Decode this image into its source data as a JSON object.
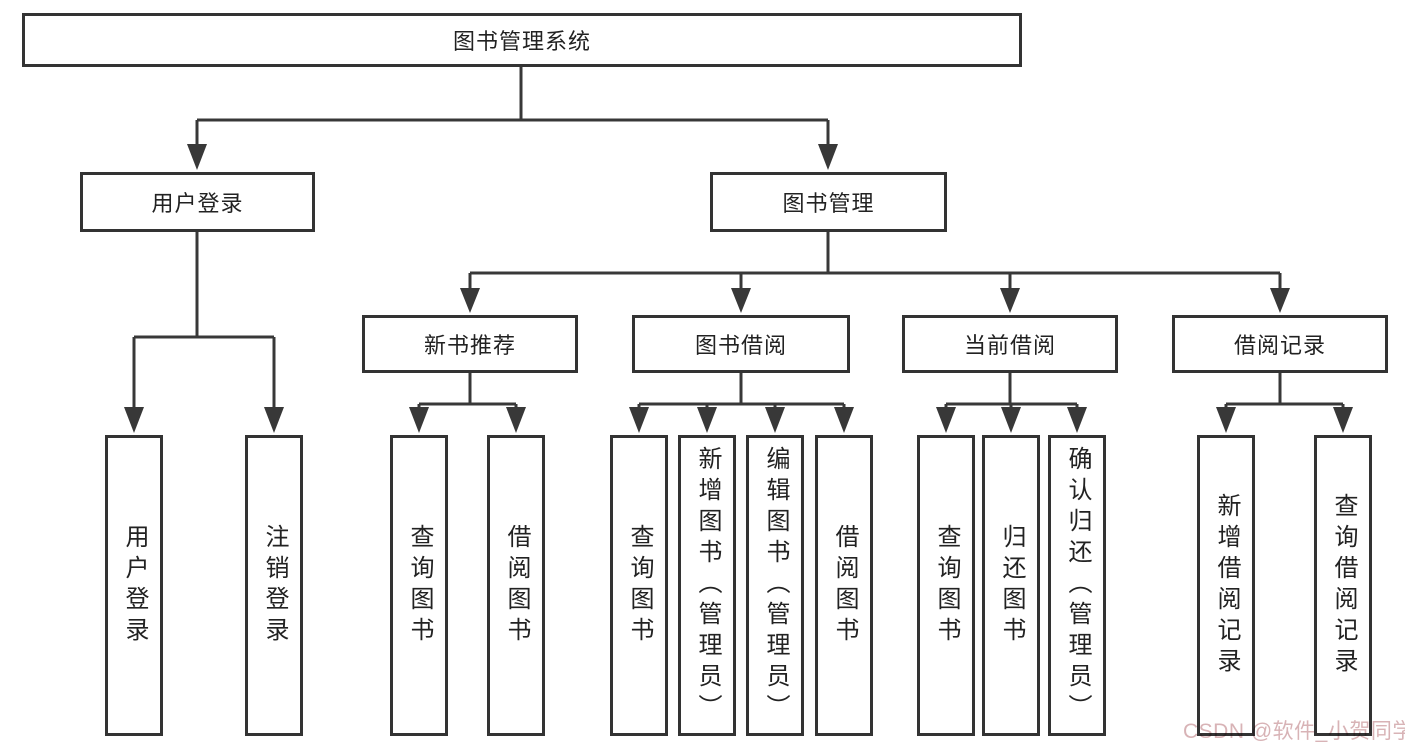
{
  "diagram": {
    "type": "hierarchy-tree",
    "root": {
      "label": "图书管理系统"
    },
    "level1": [
      {
        "label": "用户登录"
      },
      {
        "label": "图书管理"
      }
    ],
    "level2": [
      {
        "label": "新书推荐",
        "parent": "图书管理"
      },
      {
        "label": "图书借阅",
        "parent": "图书管理"
      },
      {
        "label": "当前借阅",
        "parent": "图书管理"
      },
      {
        "label": "借阅记录",
        "parent": "图书管理"
      }
    ],
    "leaves": [
      {
        "label": "用户登录",
        "parent": "用户登录"
      },
      {
        "label": "注销登录",
        "parent": "用户登录"
      },
      {
        "label": "查询图书",
        "parent": "新书推荐"
      },
      {
        "label": "借阅图书",
        "parent": "新书推荐"
      },
      {
        "label": "查询图书",
        "parent": "图书借阅"
      },
      {
        "label": "新增图书（管理员）",
        "parent": "图书借阅"
      },
      {
        "label": "编辑图书（管理员）",
        "parent": "图书借阅"
      },
      {
        "label": "借阅图书",
        "parent": "图书借阅"
      },
      {
        "label": "查询图书",
        "parent": "当前借阅"
      },
      {
        "label": "归还图书",
        "parent": "当前借阅"
      },
      {
        "label": "确认归还（管理员）",
        "parent": "当前借阅"
      },
      {
        "label": "新增借阅记录",
        "parent": "借阅记录"
      },
      {
        "label": "查询借阅记录",
        "parent": "借阅记录"
      }
    ],
    "colors": {
      "line": "#383838",
      "box_border": "#333333",
      "text": "#222222",
      "background": "#ffffff"
    }
  },
  "watermark": {
    "text": "CSDN @软件_小贺同学",
    "color": "#d8b3b6"
  }
}
